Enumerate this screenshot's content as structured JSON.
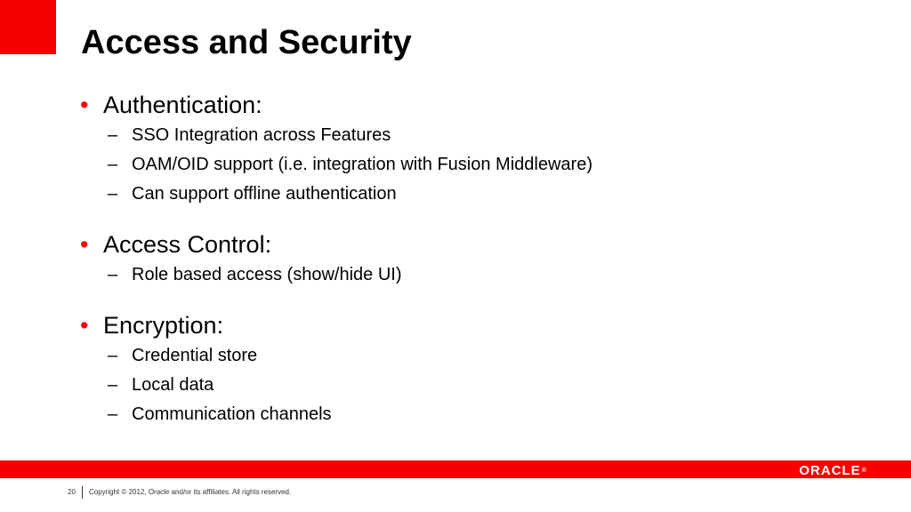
{
  "slide": {
    "title": "Access and Security",
    "accent_color": "#f80000"
  },
  "sections": [
    {
      "bullet": "•",
      "heading": "Authentication:",
      "items": [
        "SSO Integration across Features",
        "OAM/OID support (i.e. integration with Fusion Middleware)",
        "Can support offline authentication"
      ]
    },
    {
      "bullet": "•",
      "heading": "Access Control:",
      "items": [
        "Role based access (show/hide UI)"
      ]
    },
    {
      "bullet": "•",
      "heading": "Encryption:",
      "items": [
        "Credential store",
        "Local data",
        "Communication channels"
      ]
    }
  ],
  "sub_marker": "–",
  "footer": {
    "page_number": "20",
    "copyright": "Copyright © 2012, Oracle and/or its affiliates. All rights reserved.",
    "logo_text": "ORACLE",
    "logo_mark": "®",
    "bar_color": "#f80000"
  }
}
